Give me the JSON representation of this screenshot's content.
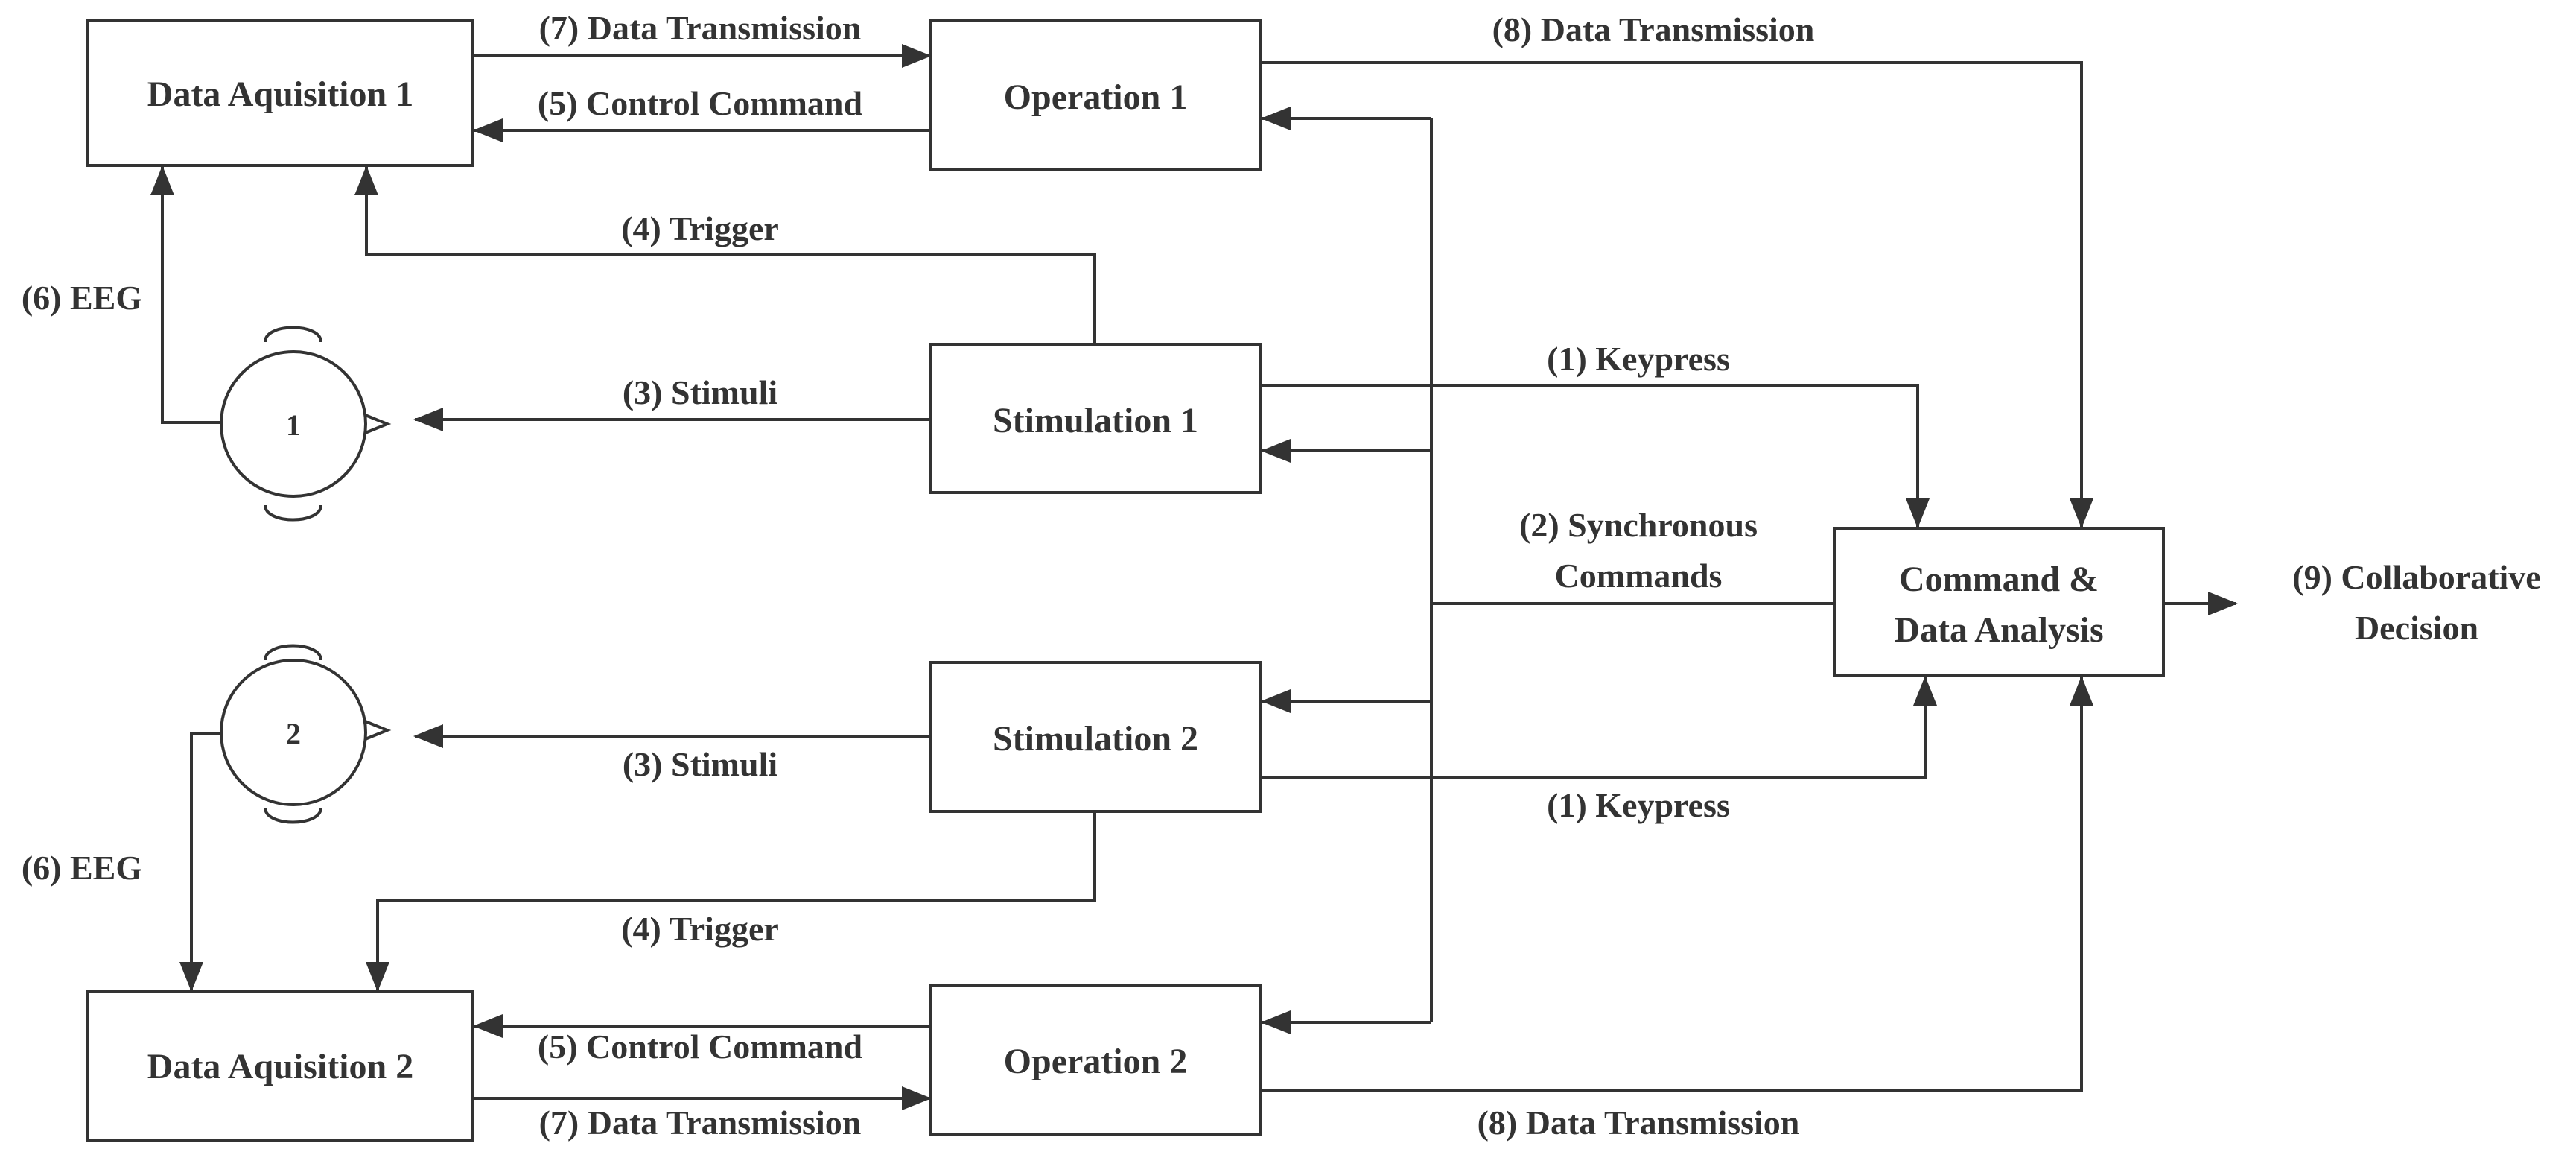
{
  "boxes": {
    "daq1": "Data Aquisition 1",
    "op1": "Operation 1",
    "stim1": "Stimulation 1",
    "stim2": "Stimulation 2",
    "daq2": "Data Aquisition 2",
    "op2": "Operation 2",
    "analysis_line1": "Command &",
    "analysis_line2": "Data Analysis"
  },
  "participants": {
    "p1": "1",
    "p2": "2"
  },
  "edges": {
    "data_tx_op1": "(7) Data Transmission",
    "control_op1": "(5) Control Command",
    "data_tx_analysis_top": "(8) Data Transmission",
    "trigger_1": "(4) Trigger",
    "eeg_1": "(6) EEG",
    "stimuli_1": "(3) Stimuli",
    "keypress_1": "(1) Keypress",
    "sync_line1": "(2) Synchronous",
    "sync_line2": "Commands",
    "decision_line1": "(9) Collaborative",
    "decision_line2": "Decision",
    "stimuli_2": "(3) Stimuli",
    "keypress_2": "(1) Keypress",
    "eeg_2": "(6) EEG",
    "trigger_2": "(4) Trigger",
    "control_op2": "(5) Control Command",
    "data_tx_op2": "(7) Data Transmission",
    "data_tx_analysis_bottom": "(8) Data Transmission"
  }
}
